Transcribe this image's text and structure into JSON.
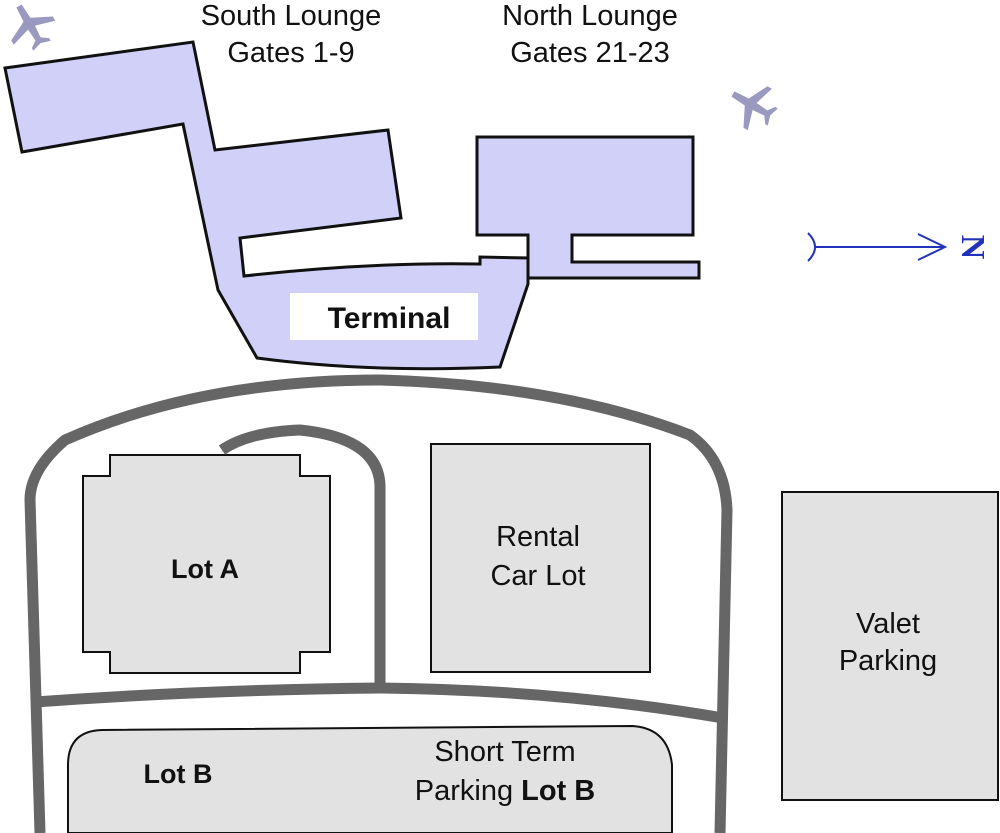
{
  "labels": {
    "south_lounge_line1": "South Lounge",
    "south_lounge_line2": "Gates 1-9",
    "north_lounge_line1": "North Lounge",
    "north_lounge_line2": "Gates 21-23",
    "terminal": "Terminal",
    "lot_a": "Lot A",
    "rental_line1": "Rental",
    "rental_line2": "Car Lot",
    "valet_line1": "Valet",
    "valet_line2": "Parking",
    "lot_b": "Lot B",
    "short_term_line1": "Short Term",
    "short_term_line2_prefix": "Parking",
    "short_term_line2_bold": "Lot B",
    "north_arrow": "N"
  },
  "colors": {
    "building_fill": "#d0d0f8",
    "lot_fill": "#e2e2e2",
    "road": "#666666",
    "north_arrow": "#2233bb",
    "airplane": "#9a9ac0"
  },
  "icons": [
    "airplane-icon",
    "airplane-icon",
    "north-arrow-icon"
  ]
}
